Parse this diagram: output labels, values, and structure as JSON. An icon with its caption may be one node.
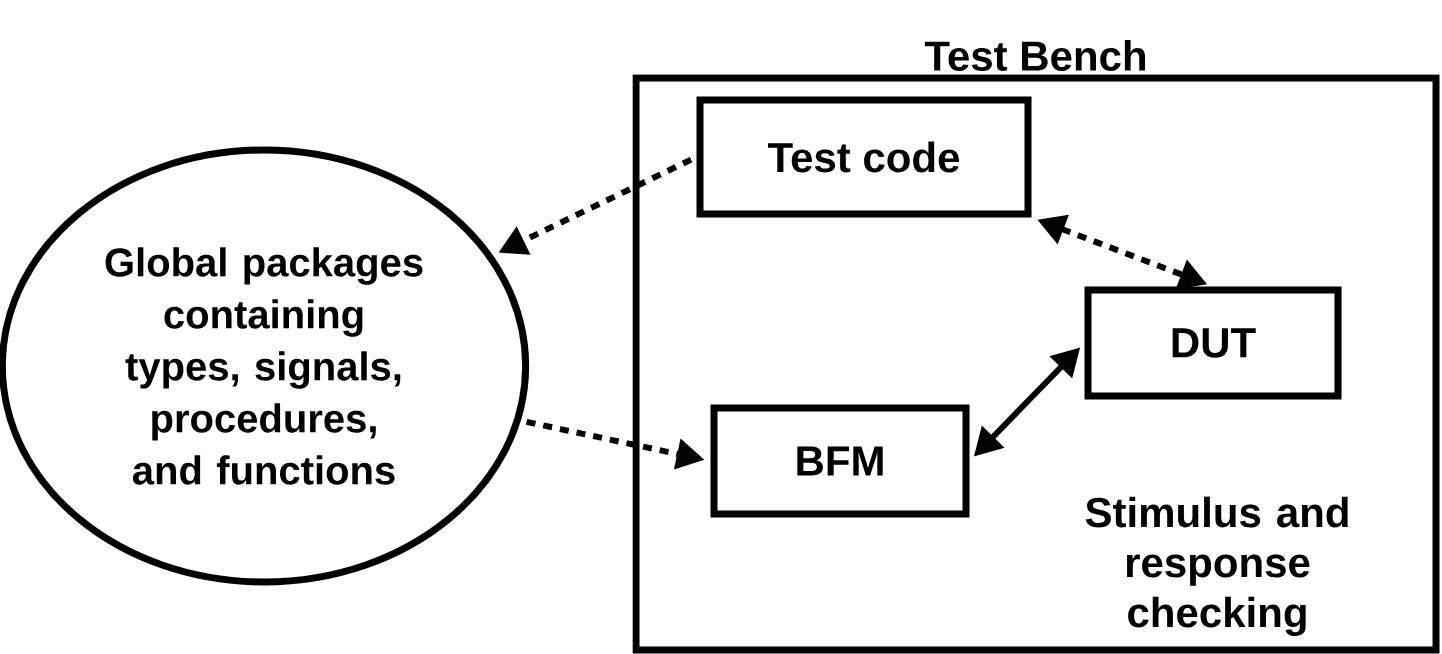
{
  "diagram": {
    "nodes": [
      {
        "text": [
          "Test Bench",
          "Stimulus and response checking"
        ]
      },
      {
        "text": [
          "Test code"
        ],
        "in": 0
      },
      {
        "text": [
          "DUT"
        ],
        "in": 0
      },
      {
        "text": [
          "BFM"
        ],
        "in": 0
      },
      {
        "text": [
          "Global packages containing types, signals, procedures, and functions"
        ]
      }
    ],
    "edges": [
      {
        "from": 1,
        "to": 4,
        "arrow": "to",
        "style": "dashed"
      },
      {
        "from": 1,
        "to": 2,
        "arrow": "both",
        "style": "dashed"
      },
      {
        "from": 4,
        "to": 3,
        "arrow": "to",
        "style": "dashed"
      },
      {
        "from": 3,
        "to": 2,
        "arrow": "both"
      }
    ]
  }
}
